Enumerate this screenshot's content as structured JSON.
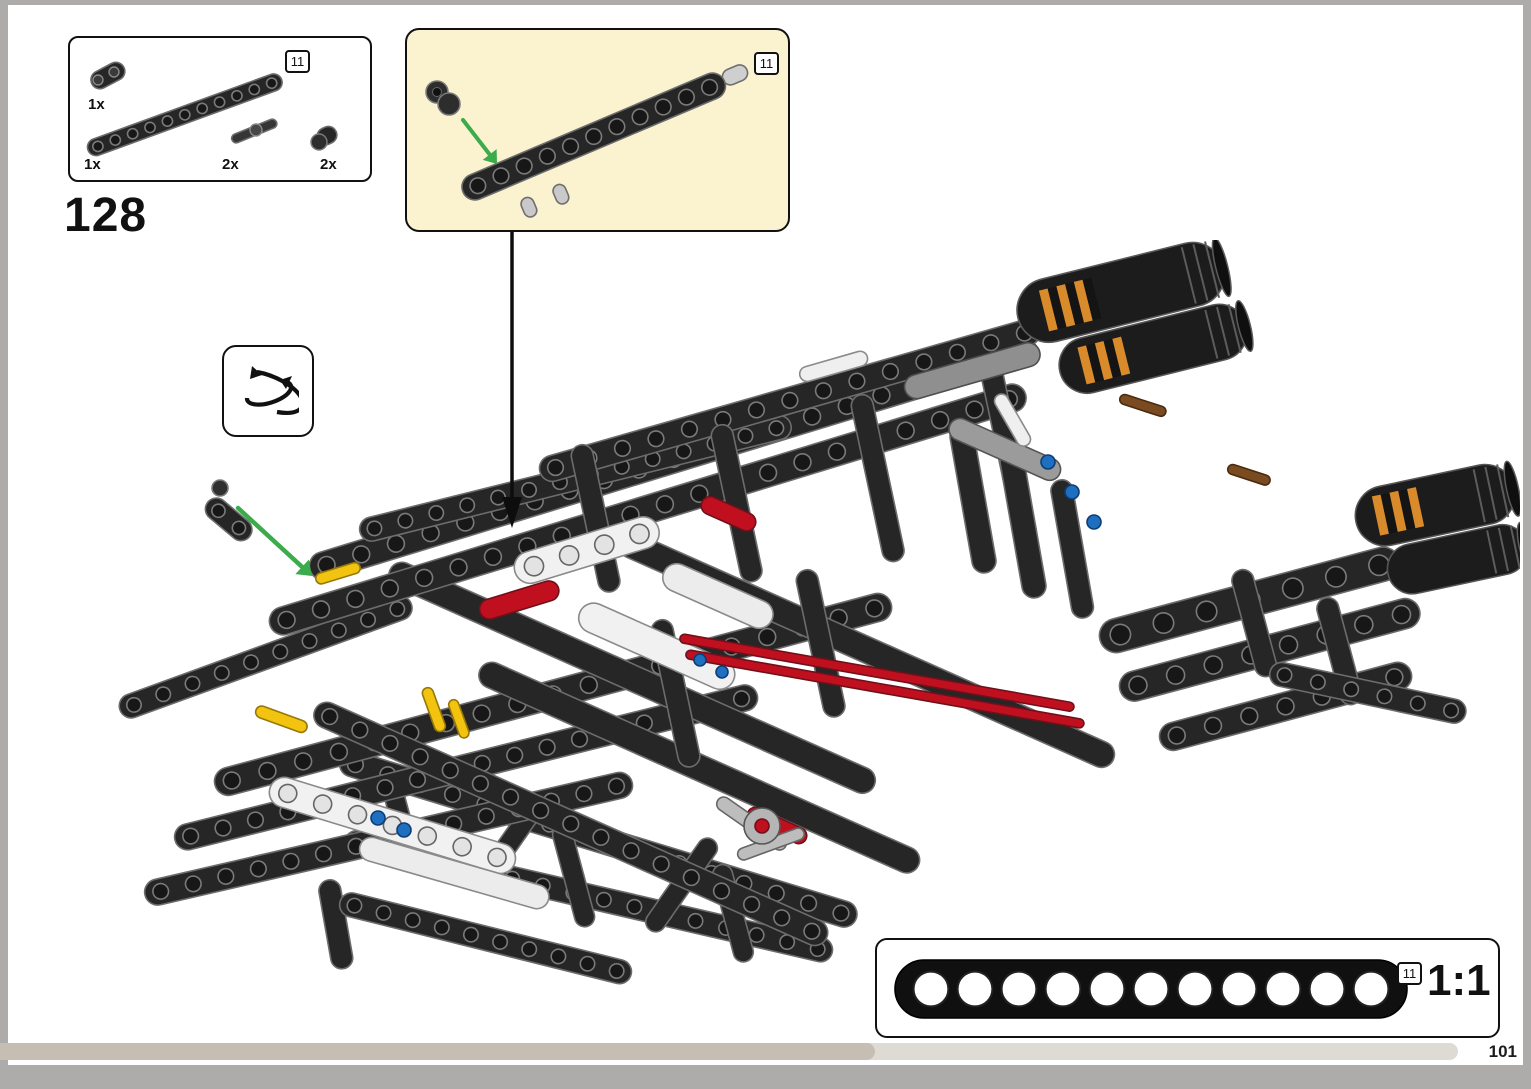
{
  "page": {
    "number": "101",
    "step_number": "128",
    "progress_fraction": 0.6
  },
  "parts_box": {
    "length_badge": "11",
    "beam_holes": 11,
    "parts": [
      {
        "id": "black-pin-connector",
        "count": "1x"
      },
      {
        "id": "black-beam-11m",
        "count": "1x"
      },
      {
        "id": "black-pin-3l",
        "count": "2x"
      },
      {
        "id": "black-bushing",
        "count": "2x"
      }
    ]
  },
  "callout_box": {
    "length_badge": "11",
    "beam_holes": 11
  },
  "scale_box": {
    "length_badge": "11",
    "scale_label": "1:1",
    "beam_holes": 11
  },
  "icons": {
    "rotate": "rotate-model-icon",
    "green_arrow": "insert-direction-arrow",
    "pointer": "callout-pointer-arrow"
  },
  "colors": {
    "callout_bg": "#FBF3CF",
    "arrow_green": "#3BAB4C",
    "beam_dark": "#262626",
    "beam_outline": "#6C6C6C",
    "accent_red": "#C01020",
    "accent_yellow": "#F2C40F",
    "accent_blue": "#1F6FC0",
    "hazard_orange": "#D98A2B",
    "progress_done": "#C7BEB3",
    "progress_rest": "#DEDAD4"
  }
}
